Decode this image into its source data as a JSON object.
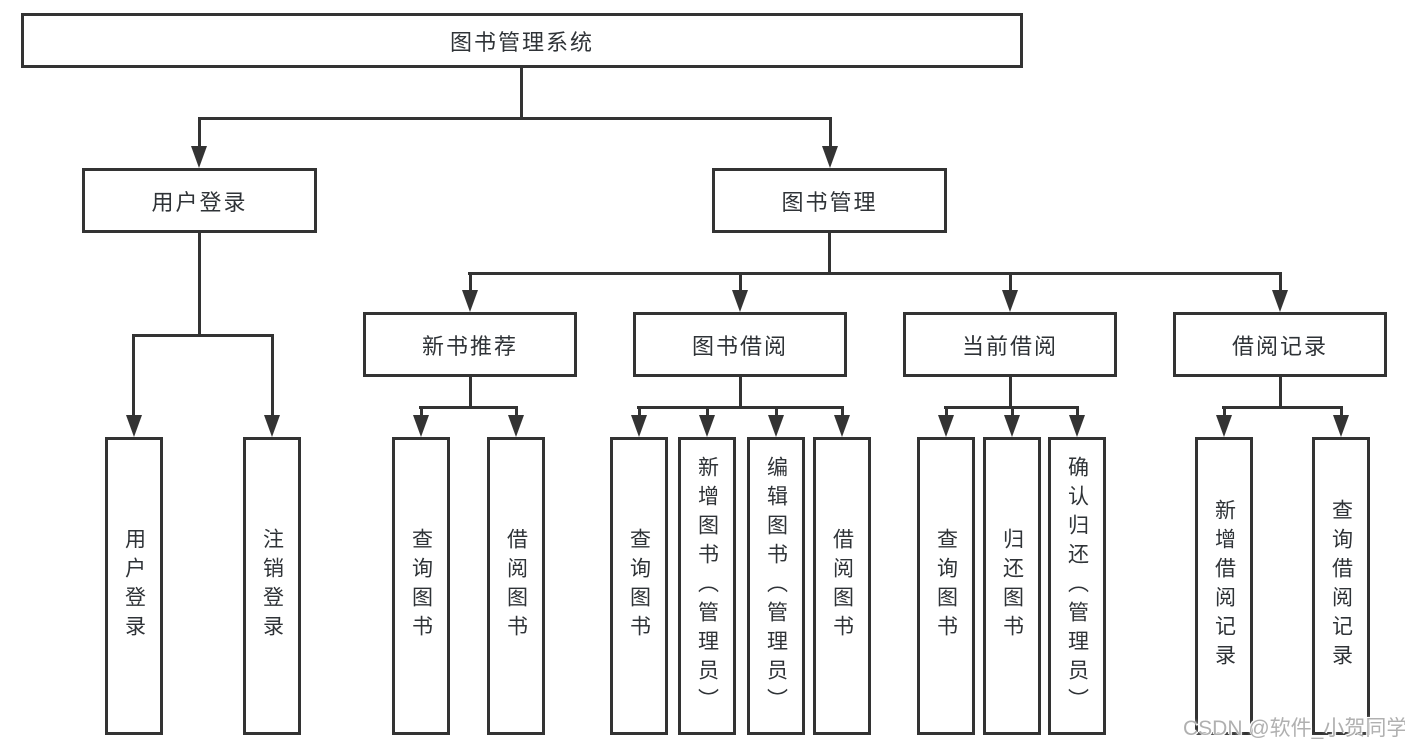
{
  "tree": {
    "root": {
      "label": "图书管理系统"
    },
    "user_login": {
      "label": "用户登录",
      "children": [
        {
          "label": "用户登录"
        },
        {
          "label": "注销登录"
        }
      ]
    },
    "book_management": {
      "label": "图书管理",
      "sections": [
        {
          "label": "新书推荐",
          "children": [
            {
              "label": "查询图书"
            },
            {
              "label": "借阅图书"
            }
          ]
        },
        {
          "label": "图书借阅",
          "children": [
            {
              "label": "查询图书"
            },
            {
              "label": "新增图书（管理员）"
            },
            {
              "label": "编辑图书（管理员）"
            },
            {
              "label": "借阅图书"
            }
          ]
        },
        {
          "label": "当前借阅",
          "children": [
            {
              "label": "查询图书"
            },
            {
              "label": "归还图书"
            },
            {
              "label": "确认归还（管理员）"
            }
          ]
        },
        {
          "label": "借阅记录",
          "children": [
            {
              "label": "新增借阅记录"
            },
            {
              "label": "查询借阅记录"
            }
          ]
        }
      ]
    }
  },
  "watermark": "CSDN @软件_小贺同学",
  "colors": {
    "line": "#333333",
    "text": "#2f3337",
    "background": "#ffffff",
    "watermark": "#b0b0b0"
  }
}
